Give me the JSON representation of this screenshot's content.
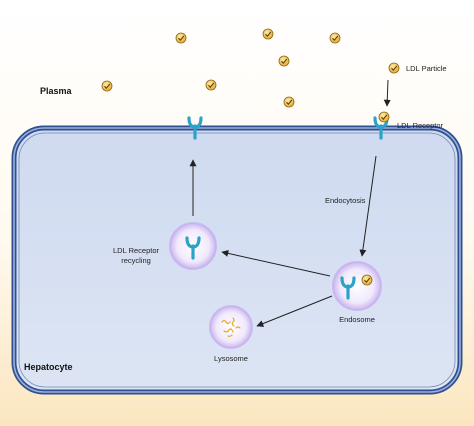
{
  "labels": {
    "plasma": "Plasma",
    "hepatocyte": "Hepatocyte",
    "ldl_particle": "LDL Particle",
    "ldl_receptor": "LDL Receptor",
    "endocytosis": "Endocytosis",
    "receptor_recycling_line1": "LDL Receptor",
    "receptor_recycling_line2": "recycling",
    "endosome": "Endosome",
    "lysosome": "Lysosome"
  },
  "colors": {
    "background_top": "#ffffff",
    "background_bottom": "#fbe9c6",
    "cell_fill": "#d6e0f2",
    "cell_border": "#2f4f90",
    "receptor": "#2ba3c6",
    "ldl_particle": "#f3c04a",
    "ldl_particle_border": "#8a6518",
    "vesicle": "#efe6fb",
    "vesicle_glow": "#c7b4ee",
    "lysosome_squiggle": "#e4a826",
    "arrow": "#222222"
  }
}
